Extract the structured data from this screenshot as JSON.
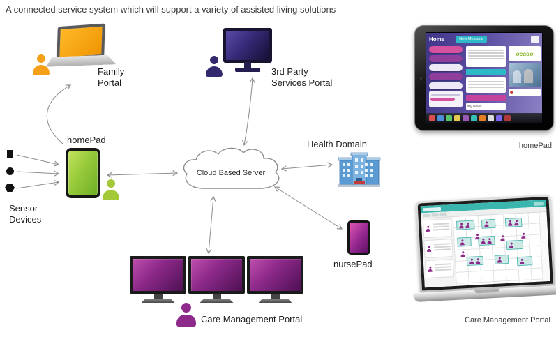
{
  "title": "A connected service system which will support a variety of assisted living solutions",
  "nodes": {
    "family_portal": {
      "label": "Family\nPortal"
    },
    "third_party_portal": {
      "label": "3rd Party\nServices Portal"
    },
    "homepad": {
      "label": "homePad"
    },
    "sensor_devices": {
      "label": "Sensor\nDevices"
    },
    "cloud_server": {
      "label": "Cloud Based Server"
    },
    "health_domain": {
      "label": "Health Domain"
    },
    "nursepad": {
      "label": "nursePad"
    },
    "care_management_portal": {
      "label": "Care Management Portal"
    }
  },
  "previews": {
    "homepad": {
      "caption": "homePad",
      "screen_title": "Home",
      "new_message_button": "New Message",
      "brand": "ocado",
      "my_news": "My News"
    },
    "care_portal": {
      "caption": "Care Management Portal"
    }
  },
  "colors": {
    "family_orange": "#F6A01A",
    "third_party_navy": "#332A6E",
    "homepad_green": "#8CC63E",
    "care_purple": "#8E2A8B",
    "teal_accent": "#2EB9C9",
    "connector_grey": "#8C8C8C"
  }
}
